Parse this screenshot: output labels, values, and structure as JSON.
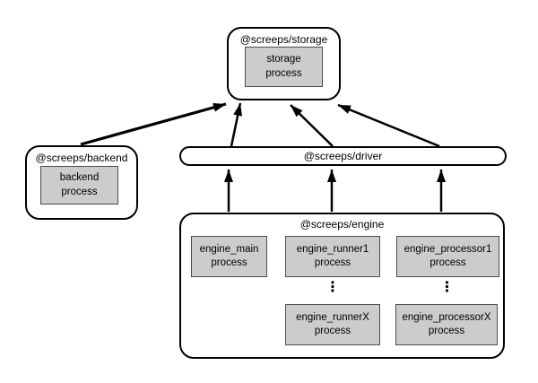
{
  "packages": {
    "storage": {
      "label": "@screeps/storage",
      "process": {
        "name": "storage",
        "type": "process"
      }
    },
    "backend": {
      "label": "@screeps/backend",
      "process": {
        "name": "backend",
        "type": "process"
      }
    },
    "driver": {
      "label": "@screeps/driver"
    },
    "engine": {
      "label": "@screeps/engine",
      "ellipsis": "⋮",
      "processes": {
        "main": {
          "name": "engine_main",
          "type": "process"
        },
        "runner1": {
          "name": "engine_runner1",
          "type": "process"
        },
        "processor1": {
          "name": "engine_processor1",
          "type": "process"
        },
        "runnerX": {
          "name": "engine_runnerX",
          "type": "process"
        },
        "processorX": {
          "name": "engine_processorX",
          "type": "process"
        }
      }
    }
  },
  "colors": {
    "background": "#ffffff",
    "process_fill": "#cccccc",
    "line": "#000000"
  }
}
